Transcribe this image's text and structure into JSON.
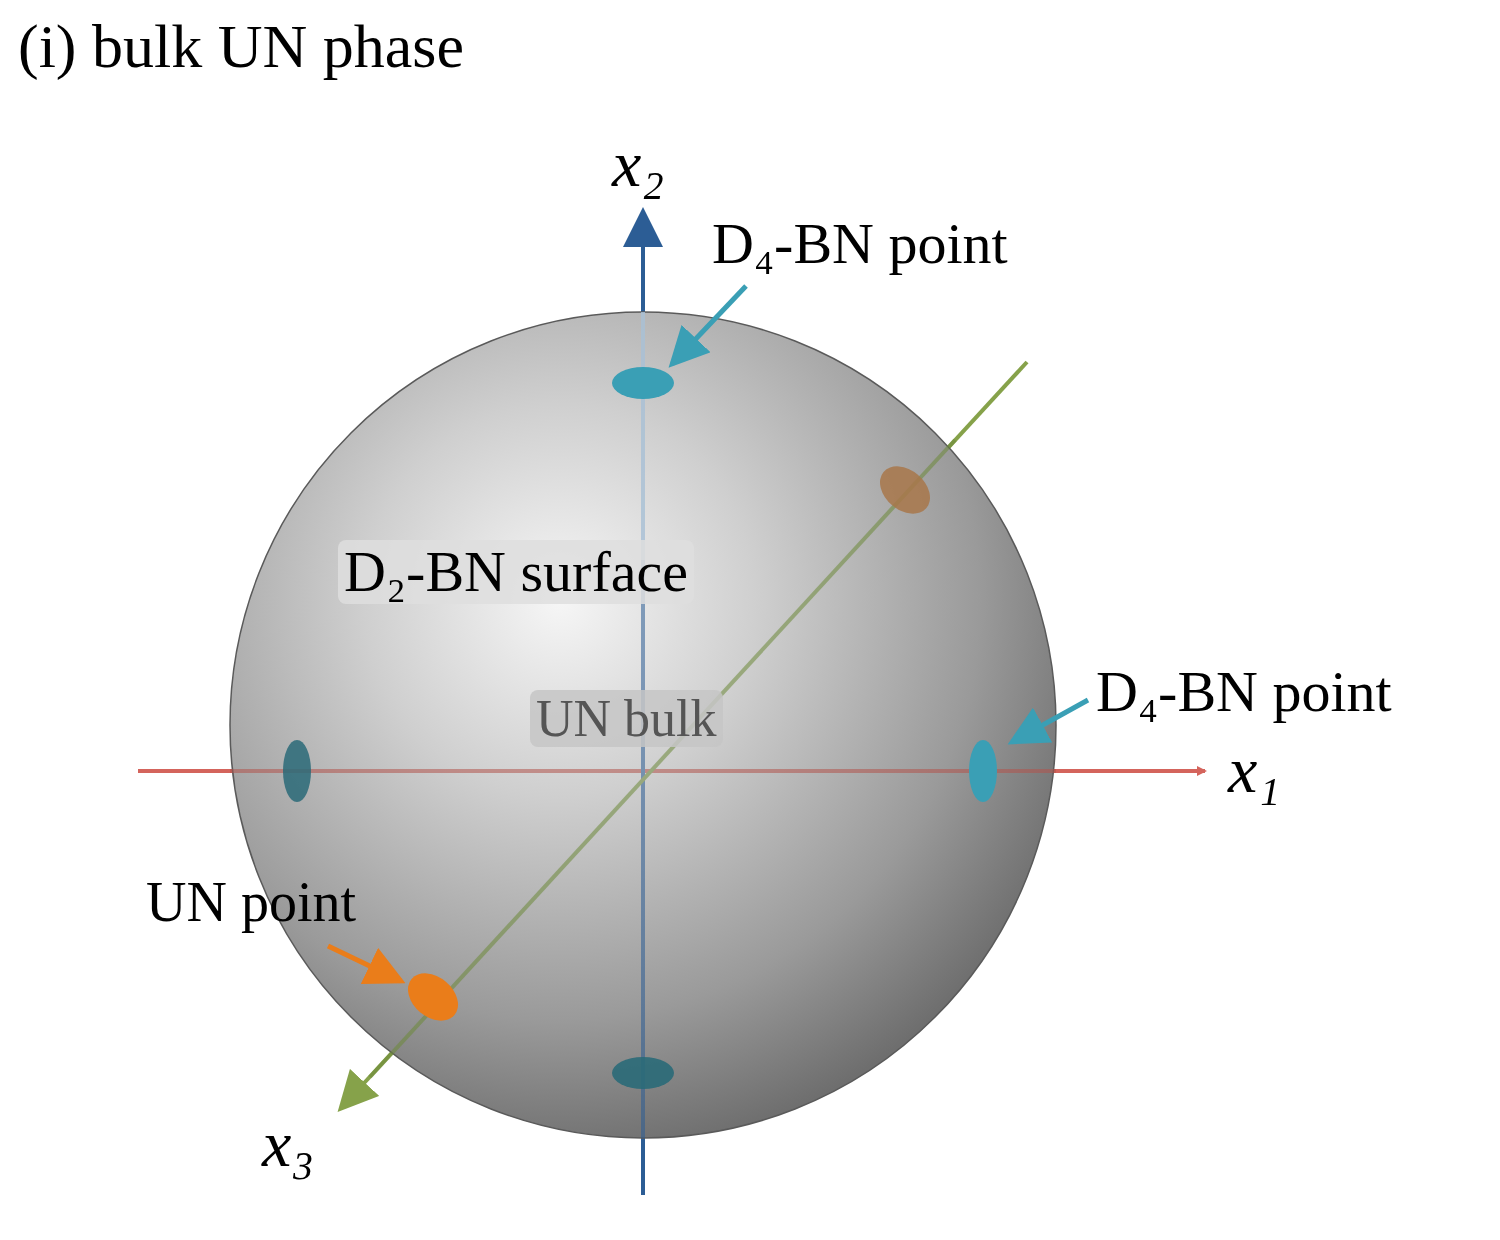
{
  "diagram": {
    "title": "(i) bulk UN phase",
    "labels": [
      "x₂",
      "D₄-BN point",
      "D₂-BN surface",
      "UN bulk",
      "D₄-BN point",
      "x₁",
      "UN point",
      "x₃"
    ]
  }
}
